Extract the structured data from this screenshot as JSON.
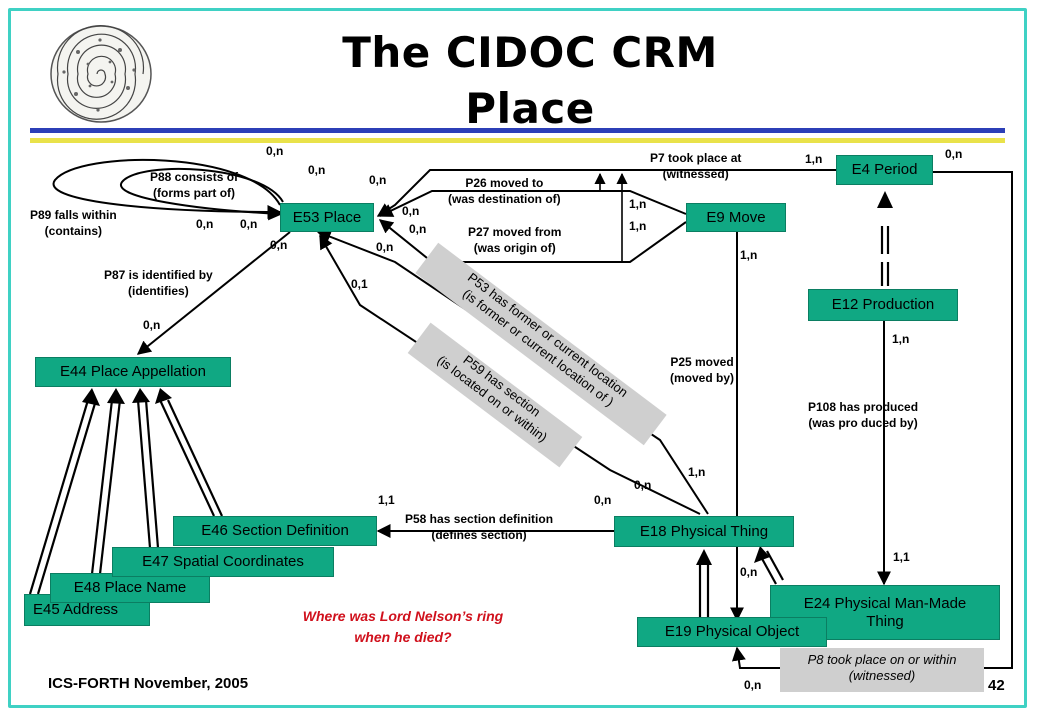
{
  "title": {
    "line1": "The CIDOC CRM",
    "line2": "Place"
  },
  "footer": {
    "org": "ICS-FORTH November, 2005",
    "page_number": "42"
  },
  "question": {
    "line1": "Where was Lord Nelson’s ring",
    "line2": "when he died?"
  },
  "colors": {
    "entity_fill": "#10a883",
    "frame": "#3fd1c4",
    "rule_blue": "#2c3fb7",
    "rule_yellow": "#e9e24a",
    "question": "#d0101c",
    "band": "#cfcfcf"
  },
  "entities": {
    "e53": "E53 Place",
    "e4": "E4 Period",
    "e9": "E9 Move",
    "e12": "E12 Production",
    "e44": "E44 Place Appellation",
    "e46": "E46 Section Definition",
    "e47": "E47 Spatial Coordinates",
    "e48": "E48 Place Name",
    "e45": "E45 Address",
    "e18": "E18 Physical Thing",
    "e24_l1": "E24 Physical Man-Made",
    "e24_l2": "Thing",
    "e19": "E19 Physical Object"
  },
  "properties": {
    "p88_l1": "P88 consists of",
    "p88_l2": "(forms part of)",
    "p89_l1": "P89 falls within",
    "p89_l2": "(contains)",
    "p87_l1": "P87 is identified by",
    "p87_l2": "(identifies)",
    "p26_l1": "P26 moved to",
    "p26_l2": "(was destination of)",
    "p27_l1": "P27 moved from",
    "p27_l2": "(was origin of)",
    "p7_l1": "P7 took place at",
    "p7_l2": "(witnessed)",
    "p53_l1": "P53 has former or current location",
    "p53_l2": "(is former or current location of )",
    "p59_l1": "P59 has section",
    "p59_l2": "(is located on or within)",
    "p25_l1": "P25  moved",
    "p25_l2": "(moved by)",
    "p108_l1": "P108 has  produced",
    "p108_l2": "(was pro duced by)",
    "p58_l1": "P58 has section definition",
    "p58_l2": "(defines section)",
    "p8_l1": "P8 took place on or within",
    "p8_l2": "(witnessed)"
  },
  "cardinalities": {
    "c_p89_top": "0,n",
    "c_p88_top": "0,n",
    "c_p89_end": "0,n",
    "c_p88_end": "0,n",
    "c_p26_place": "0,n",
    "c_p26_in": "0,n",
    "c_p27_in": "0,n",
    "c_p7_period": "0,n",
    "c_p7_top": "1,n",
    "c_p26_move": "1,n",
    "c_p27_move": "1,n",
    "c_p87_place": "0,n",
    "c_p53_place": "0,n",
    "c_p59_place": "0,1",
    "c_p87_app": "0,n",
    "c_p25_move": "1,n",
    "c_p108_prod": "1,n",
    "c_p53_thing": "1,n",
    "c_p59_thing": "0,n",
    "c_p58_def": "1,1",
    "c_p58_thing": "0,n",
    "c_p25_obj": "0,n",
    "c_p108_made": "1,1",
    "c_p8_obj": "0,n"
  }
}
